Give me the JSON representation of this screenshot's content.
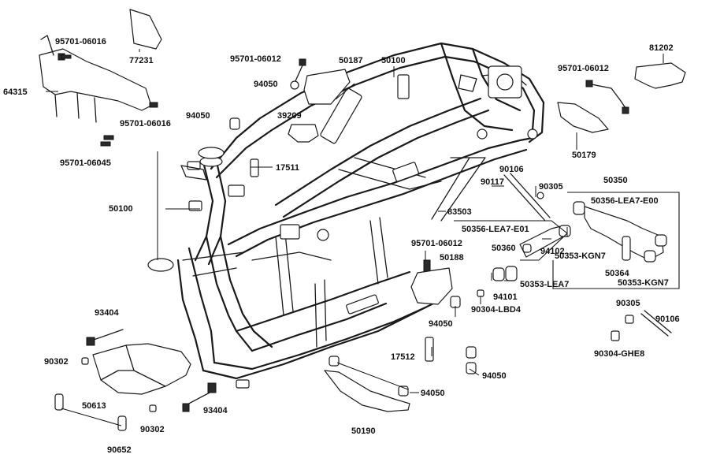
{
  "parts": [
    {
      "id": "p77231",
      "number": "77231"
    },
    {
      "id": "p95701_a",
      "number": "95701-06016"
    },
    {
      "id": "p64315",
      "number": "64315"
    },
    {
      "id": "p95701_b",
      "number": "95701-06016"
    },
    {
      "id": "p94050_a",
      "number": "94050"
    },
    {
      "id": "p95701_c",
      "number": "95701-06045"
    },
    {
      "id": "p95701_d",
      "number": "95701-06012"
    },
    {
      "id": "p50187",
      "number": "50187"
    },
    {
      "id": "p94050_b",
      "number": "94050"
    },
    {
      "id": "p50100_a",
      "number": "50100"
    },
    {
      "id": "p39209",
      "number": "39209"
    },
    {
      "id": "p17511",
      "number": "17511"
    },
    {
      "id": "p50100_b",
      "number": "50100"
    },
    {
      "id": "p95701_e",
      "number": "95701-06012"
    },
    {
      "id": "p81202",
      "number": "81202"
    },
    {
      "id": "p50179",
      "number": "50179"
    },
    {
      "id": "p90106_a",
      "number": "90106"
    },
    {
      "id": "p90117",
      "number": "90117"
    },
    {
      "id": "p90305_a",
      "number": "90305"
    },
    {
      "id": "p50350",
      "number": "50350"
    },
    {
      "id": "p50356_e00",
      "number": "50356-LEA7-E00"
    },
    {
      "id": "p83503",
      "number": "83503"
    },
    {
      "id": "p50356_e01",
      "number": "50356-LEA7-E01"
    },
    {
      "id": "p95701_f",
      "number": "95701-06012"
    },
    {
      "id": "p50360",
      "number": "50360"
    },
    {
      "id": "p94102",
      "number": "94102"
    },
    {
      "id": "p50353_kgn7_a",
      "number": "50353-KGN7"
    },
    {
      "id": "p50188",
      "number": "50188"
    },
    {
      "id": "p50364",
      "number": "50364"
    },
    {
      "id": "p50353_lea7",
      "number": "50353-LEA7"
    },
    {
      "id": "p50353_kgn7_b",
      "number": "50353-KGN7"
    },
    {
      "id": "p94101",
      "number": "94101"
    },
    {
      "id": "p90304_lbd4",
      "number": "90304-LBD4"
    },
    {
      "id": "p90305_b",
      "number": "90305"
    },
    {
      "id": "p93404_a",
      "number": "93404"
    },
    {
      "id": "p94050_c",
      "number": "94050"
    },
    {
      "id": "p90106_b",
      "number": "90106"
    },
    {
      "id": "p90302_a",
      "number": "90302"
    },
    {
      "id": "p17512",
      "number": "17512"
    },
    {
      "id": "p90304_ghe8",
      "number": "90304-GHE8"
    },
    {
      "id": "p94050_d",
      "number": "94050"
    },
    {
      "id": "p94050_e",
      "number": "94050"
    },
    {
      "id": "p50613",
      "number": "50613"
    },
    {
      "id": "p93404_b",
      "number": "93404"
    },
    {
      "id": "p90302_b",
      "number": "90302"
    },
    {
      "id": "p50190",
      "number": "50190"
    },
    {
      "id": "p90652",
      "number": "90652"
    }
  ]
}
